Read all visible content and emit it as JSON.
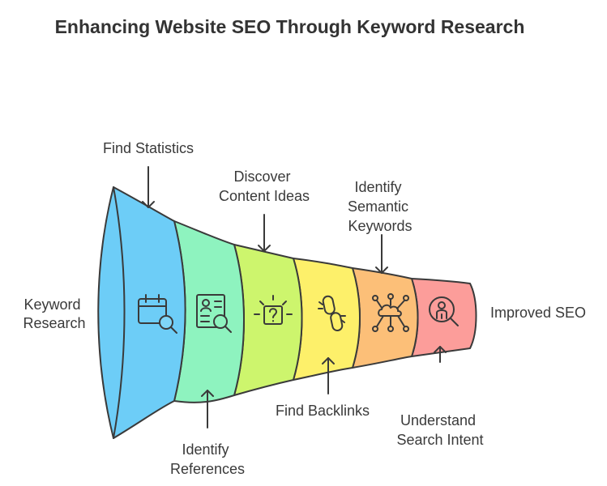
{
  "title": "Enhancing Website SEO Through Keyword Research",
  "colors": {
    "seg1": "#6dcdf7",
    "seg2": "#8ef3bf",
    "seg3": "#cdf56d",
    "seg4": "#fdf06a",
    "seg5": "#fcbf78",
    "seg6": "#fc9d9a",
    "stroke": "#3a3a3a"
  },
  "labels": {
    "start": [
      "Keyword",
      "Research"
    ],
    "end": "Improved SEO",
    "top": [
      {
        "lines": [
          "Find Statistics"
        ]
      },
      {
        "lines": [
          "Discover",
          "Content Ideas"
        ]
      },
      {
        "lines": [
          "Identify",
          "Semantic",
          "Keywords"
        ]
      }
    ],
    "bottom": [
      {
        "lines": [
          "Identify",
          "References"
        ]
      },
      {
        "lines": [
          "Find Backlinks"
        ]
      },
      {
        "lines": [
          "Understand",
          "Search Intent"
        ]
      }
    ]
  },
  "segments": [
    {
      "icon": "calendar-search-icon"
    },
    {
      "icon": "profile-search-icon"
    },
    {
      "icon": "idea-box-icon"
    },
    {
      "icon": "chain-link-icon"
    },
    {
      "icon": "cloud-network-icon"
    },
    {
      "icon": "person-search-icon"
    }
  ]
}
